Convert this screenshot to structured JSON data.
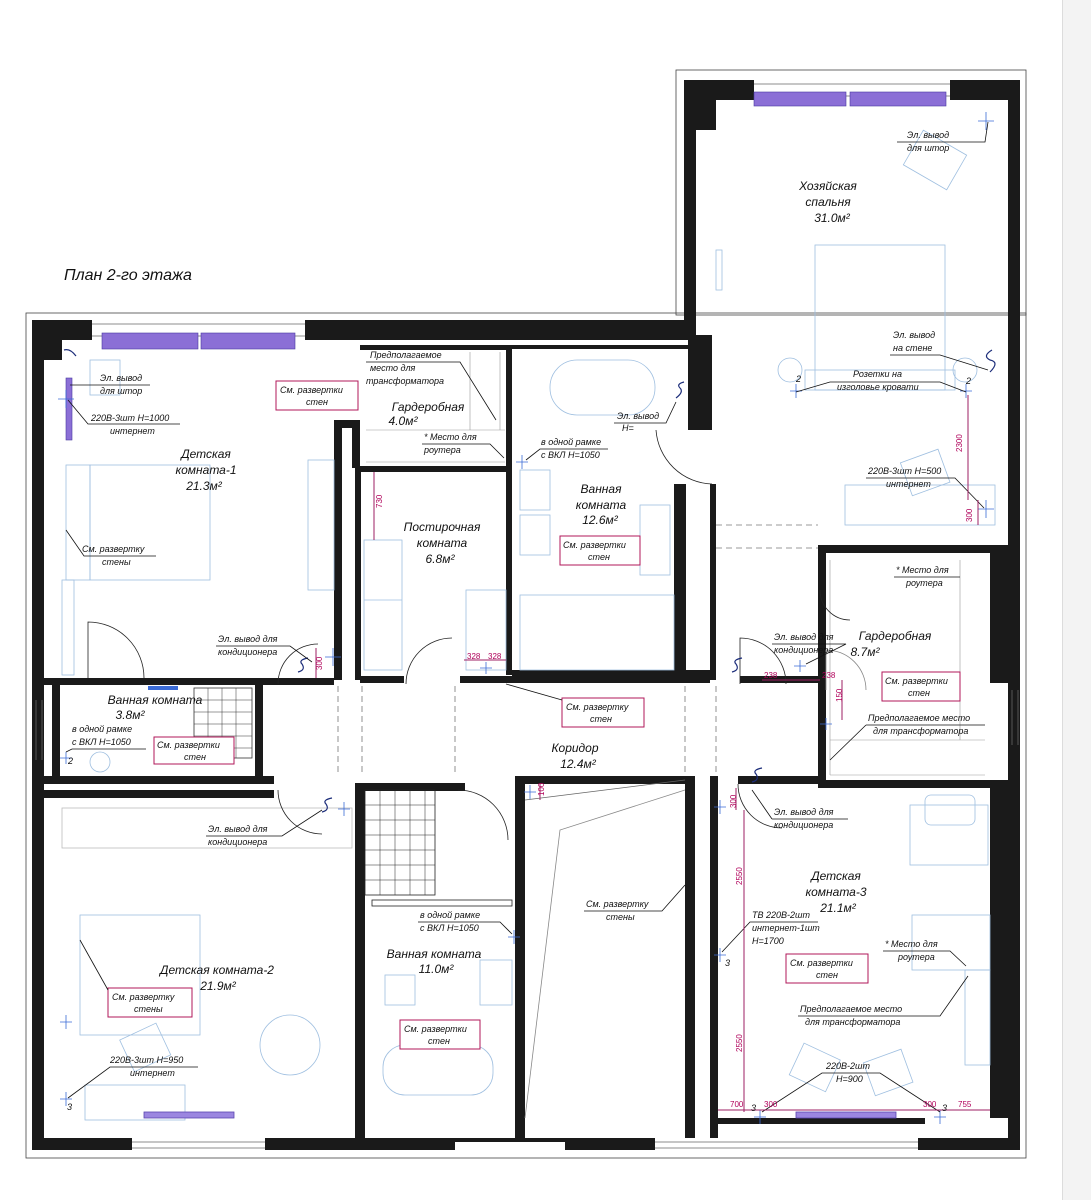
{
  "title": "План 2-го этажа",
  "rooms": [
    {
      "id": "master-bedroom",
      "name_lines": [
        "Хозяйская",
        "спальня"
      ],
      "area": "31.0м²"
    },
    {
      "id": "kids-room-1",
      "name_lines": [
        "Детская",
        "комната-1"
      ],
      "area": "21.3м²"
    },
    {
      "id": "wardrobe-small",
      "name_lines": [
        "Гардеробная"
      ],
      "area": "4.0м²"
    },
    {
      "id": "laundry",
      "name_lines": [
        "Постирочная",
        "комната"
      ],
      "area": "6.8м²"
    },
    {
      "id": "bathroom-top",
      "name_lines": [
        "Ванная",
        "комната"
      ],
      "area": "12.6м²"
    },
    {
      "id": "wardrobe-right",
      "name_lines": [
        "Гардеробная"
      ],
      "area": "8.7м²"
    },
    {
      "id": "bathroom-small",
      "name_lines": [
        "Ванная комната"
      ],
      "area": "3.8м²"
    },
    {
      "id": "corridor",
      "name_lines": [
        "Коридор"
      ],
      "area": "12.4м²"
    },
    {
      "id": "kids-room-2",
      "name_lines": [
        "Детская комната-2"
      ],
      "area": "21.9м²"
    },
    {
      "id": "bathroom-bottom",
      "name_lines": [
        "Ванная комната"
      ],
      "area": "11.0м²"
    },
    {
      "id": "kids-room-3",
      "name_lines": [
        "Детская",
        "комната-3"
      ],
      "area": "21.1м²"
    }
  ],
  "notes": {
    "n_curtain_master": [
      "Эл. вывод",
      "для штор"
    ],
    "n_wall_master": [
      "Эл. вывод",
      "на стене"
    ],
    "n_bedhead": [
      "Розетки на",
      "изголовье кровати"
    ],
    "n_master_220": [
      "220В-3шт H=500",
      "интернет"
    ],
    "n_curtain_k1": [
      "Эл. вывод",
      "для штор"
    ],
    "n_k1_220": [
      "220В-3шт H=1000",
      "интернет"
    ],
    "n_k1_scan": [
      "См. развертку",
      "стены"
    ],
    "n_k1_ac": [
      "Эл. вывод для",
      "кондиционера"
    ],
    "n_transformer_top": [
      "Предполагаемое",
      "место для",
      "трансформатора"
    ],
    "n_router_top": [
      "* Место для",
      "роутера"
    ],
    "n_scan_box1": [
      "См. развертки",
      "стен"
    ],
    "n_bath_top_out": [
      "Эл. вывод",
      "H="
    ],
    "n_bath_top_frame": [
      "в одной рамке",
      "с ВКЛ H=1050"
    ],
    "n_bath_top_scan": [
      "См. развертки",
      "стен"
    ],
    "n_router_right": [
      "* Место для",
      "роутера"
    ],
    "n_ac_right": [
      "Эл. вывод для",
      "кондиционера"
    ],
    "n_wr_scan": [
      "См. развертки",
      "стен"
    ],
    "n_transformer_right": [
      "Предполагаемое место",
      "для трансформатора"
    ],
    "n_small_bath_frame": [
      "в одной рамке",
      "с ВКЛ H=1050"
    ],
    "n_small_bath_scan": [
      "См. развертки",
      "стен"
    ],
    "n_corridor_scan": [
      "См. развертку",
      "стен"
    ],
    "n_k2_ac": [
      "Эл. вывод для",
      "кондиционера"
    ],
    "n_k2_scan": [
      "См. развертку",
      "стены"
    ],
    "n_k2_220": [
      "220В-3шт H=950",
      "интернет"
    ],
    "n_bath_bot_frame": [
      "в одной рамке",
      "с ВКЛ H=1050"
    ],
    "n_bath_bot_scan": [
      "См. развертки",
      "стен"
    ],
    "n_corr_bot_scan": [
      "См. развертку",
      "стены"
    ],
    "n_k3_ac": [
      "Эл. вывод для",
      "кондиционера"
    ],
    "n_k3_tv": [
      "ТВ 220В-2шт",
      "интернет-1шт",
      "H=1700"
    ],
    "n_k3_scan": [
      "См. развертки",
      "стен"
    ],
    "n_k3_router": [
      "* Место для",
      "роутера"
    ],
    "n_k3_transformer": [
      "Предполагаемое место",
      "для трансформатора"
    ],
    "n_k3_220": [
      "220В-2шт",
      "H=900"
    ]
  },
  "dimensions": {
    "d2300": "2300",
    "d300a": "300",
    "d730": "730",
    "d328a": "328",
    "d328b": "328",
    "d300b": "300",
    "d238a": "238",
    "d238b": "238",
    "d150": "150",
    "d100": "100",
    "d300c": "300",
    "d2550a": "2550",
    "d2550b": "2550",
    "d700": "700",
    "d300d": "300",
    "d300e": "300",
    "d755": "755"
  },
  "markers": {
    "m1": "2",
    "m2": "2",
    "m3": "2",
    "m4": "3",
    "m5": "3",
    "m6": "3",
    "m7": "3"
  }
}
